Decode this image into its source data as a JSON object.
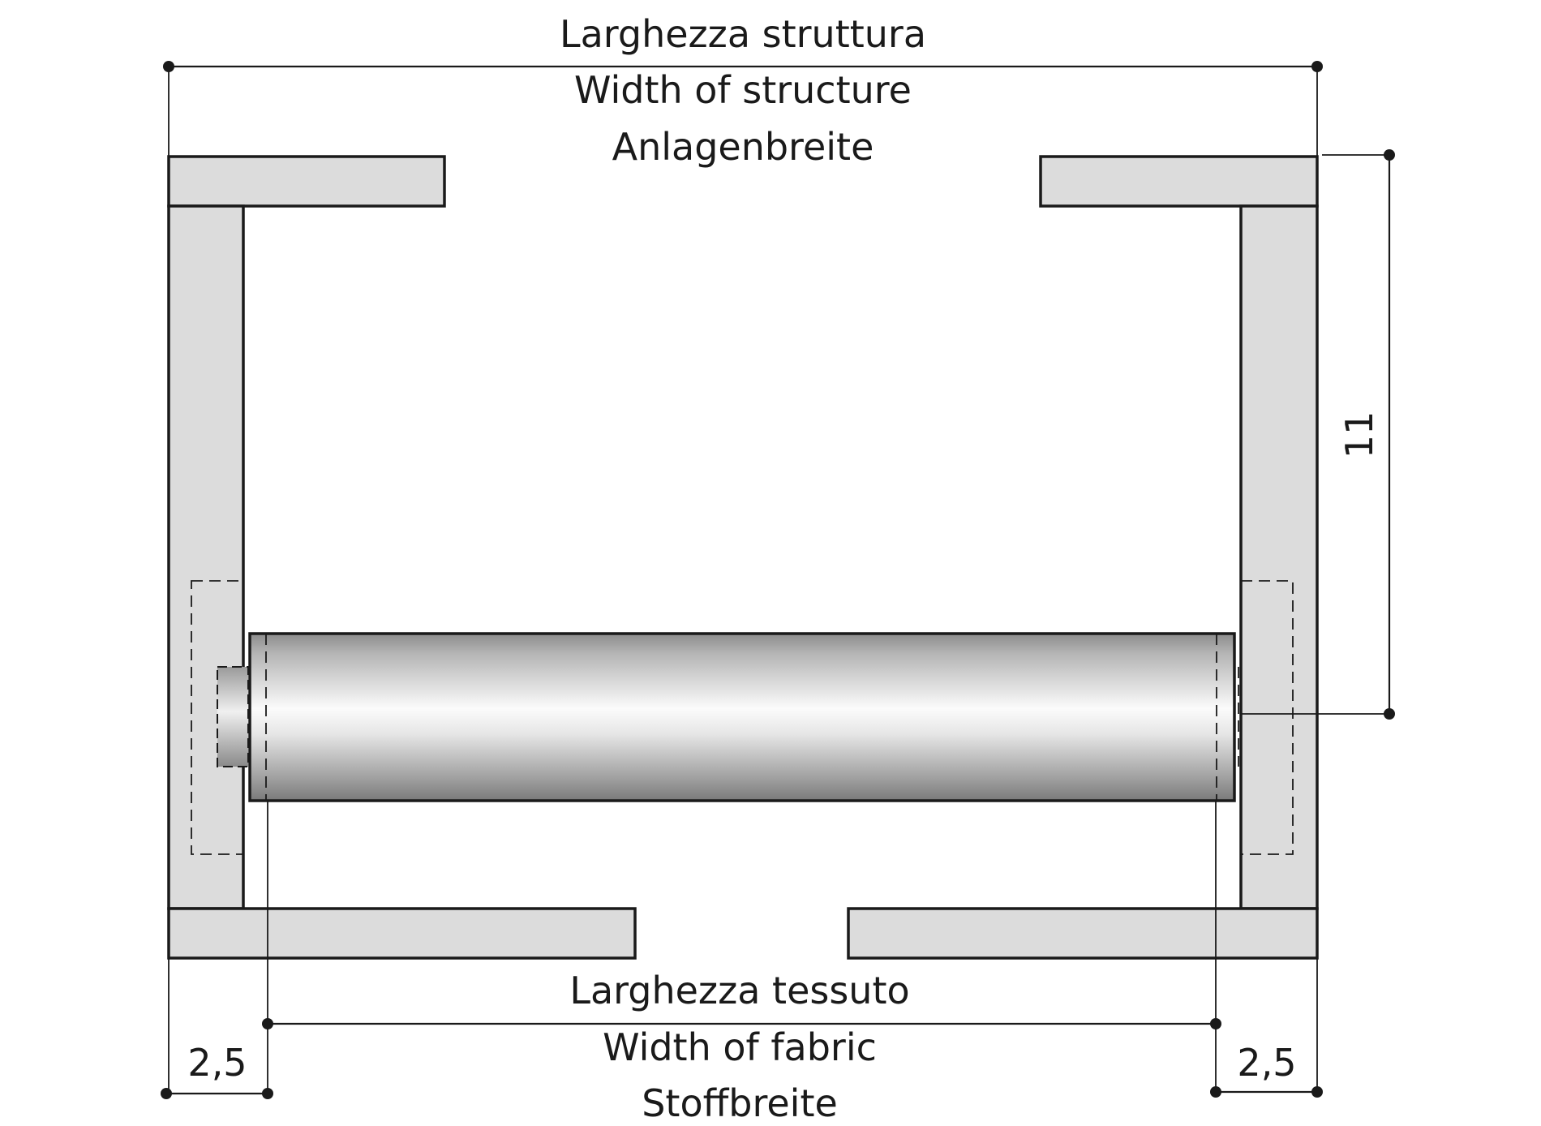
{
  "diagram": {
    "structure_width": {
      "it": "Larghezza struttura",
      "en": "Width of structure",
      "de": "Anlagenbreite"
    },
    "fabric_width": {
      "it": "Larghezza tessuto",
      "en": "Width of fabric",
      "de": "Stoffbreite"
    },
    "height_dimension": "11",
    "left_offset": "2,5",
    "right_offset": "2,5"
  },
  "colors": {
    "panel_fill": "#dcdcdc",
    "line": "#1a1a1a",
    "background": "#ffffff"
  }
}
